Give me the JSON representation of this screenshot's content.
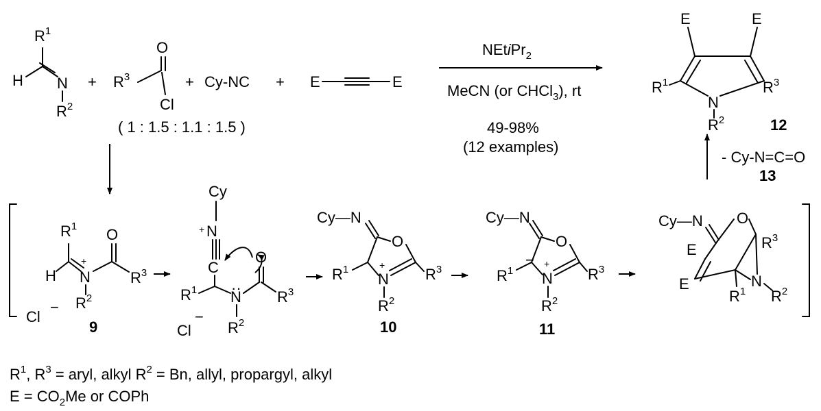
{
  "reagents": {
    "r1": "R",
    "r2": "R",
    "r3": "R",
    "h": "H",
    "n": "N",
    "o": "O",
    "cl": "Cl",
    "plus": "+",
    "isocyanide": "Cy-NC",
    "e": "E",
    "ratio": "( 1 : 1.5 : 1.1 : 1.5 )"
  },
  "conditions": {
    "base_prefix": "NEt",
    "base_italic": "i",
    "base_suffix": "Pr",
    "base_sub": "2",
    "solvent_prefix": "MeCN (or CHCl",
    "solvent_sub": "3",
    "solvent_suffix": "), rt",
    "yield": "49-98%",
    "examples": "(12 examples)"
  },
  "sup": {
    "one": "1",
    "two": "2",
    "three": "3"
  },
  "compounds": {
    "c9": "9",
    "c10": "10",
    "c11": "11",
    "c12": "12",
    "c13": "13"
  },
  "byproduct": "- Cy-N=C=O",
  "labels": {
    "cy": "Cy",
    "cy_n": "Cy—N",
    "minus": "−",
    "cplus": "+",
    "lone_pair": "··"
  },
  "footnotes": {
    "line1_r1": "R",
    "line1_r3_sep": ", R",
    "line1_rest": " = aryl, alkyl   R",
    "line1_r2_rest": " = Bn, allyl, propargyl, alkyl",
    "line2_prefix": "E = CO",
    "line2_sub": "2",
    "line2_suffix": "Me or COPh"
  }
}
